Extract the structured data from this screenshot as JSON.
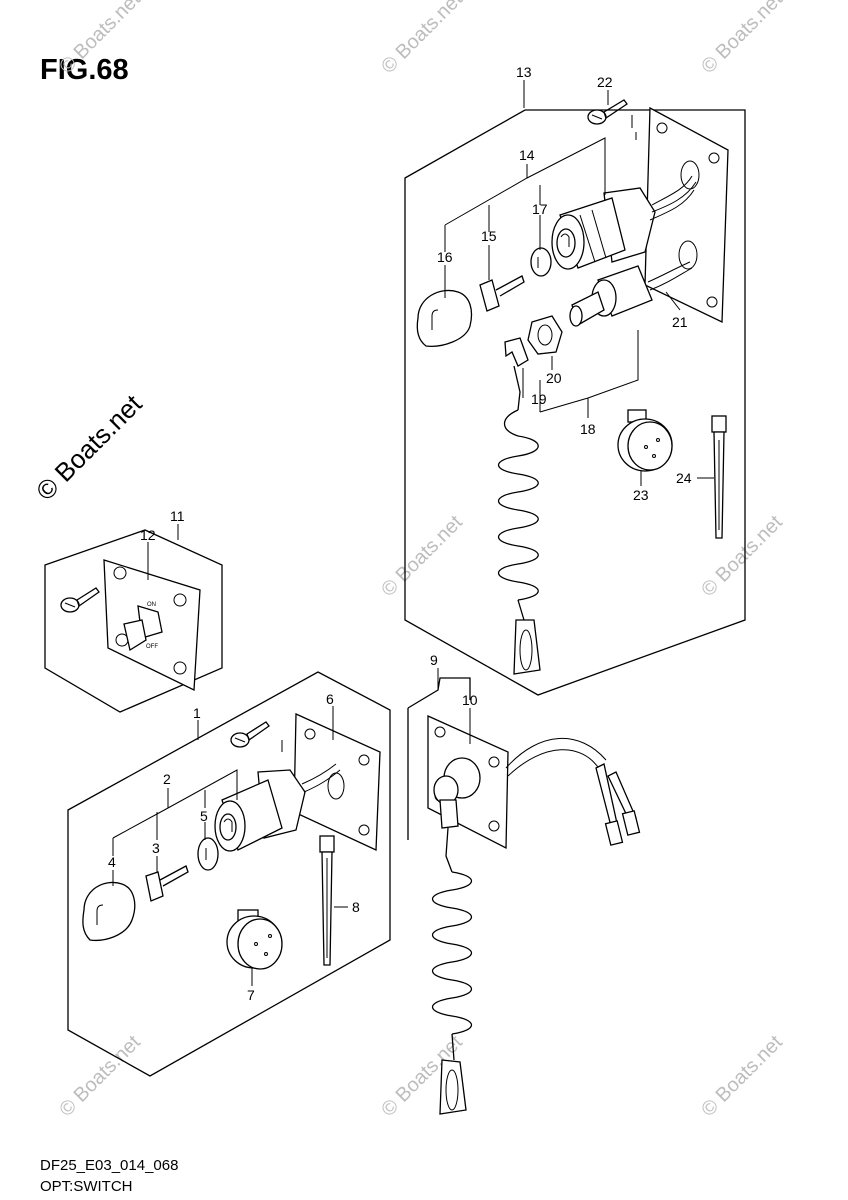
{
  "figure": {
    "title": "FIG.68"
  },
  "footer": {
    "code": "DF25_E03_014_068",
    "description": "OPT:SWITCH"
  },
  "watermark": {
    "main": "© Boats.net",
    "repeat": "© Boats.net"
  },
  "switch_labels": {
    "on": "ON",
    "off": "OFF"
  },
  "callouts": {
    "c1": "1",
    "c2": "2",
    "c3": "3",
    "c4": "4",
    "c5": "5",
    "c6": "6",
    "c7": "7",
    "c8": "8",
    "c9": "9",
    "c10": "10",
    "c11": "11",
    "c12": "12",
    "c13": "13",
    "c14": "14",
    "c15": "15",
    "c16": "16",
    "c17": "17",
    "c18": "18",
    "c19": "19",
    "c20": "20",
    "c21": "21",
    "c22": "22",
    "c23": "23",
    "c24": "24"
  }
}
